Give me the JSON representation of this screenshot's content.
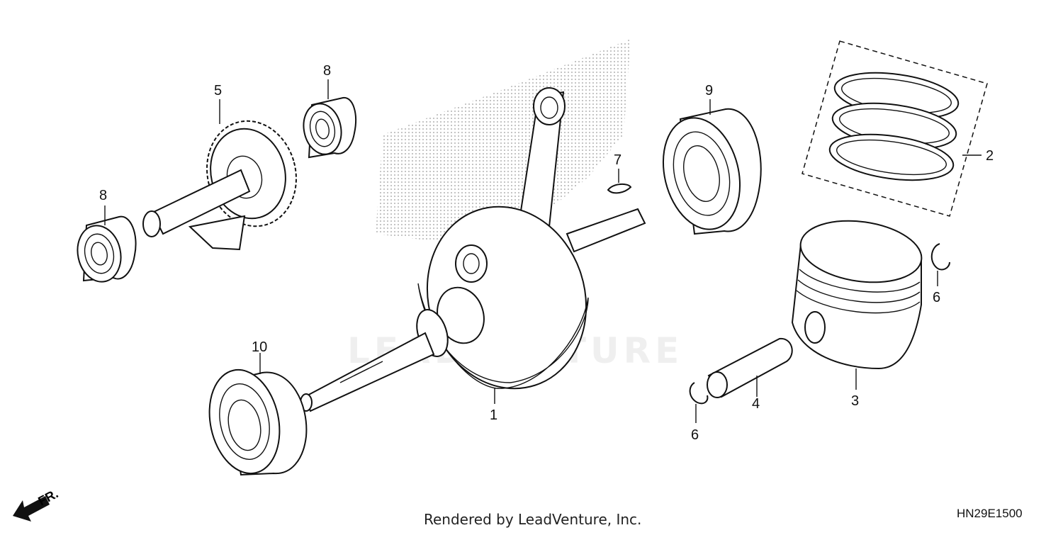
{
  "callouts": {
    "n1": "1",
    "n2": "2",
    "n3": "3",
    "n4": "4",
    "n5": "5",
    "n6a": "6",
    "n6b": "6",
    "n7": "7",
    "n8a": "8",
    "n8b": "8",
    "n9": "9",
    "n10": "10"
  },
  "front_label": "FR.",
  "footer": {
    "credit": "Rendered by LeadVenture, Inc.",
    "diagram_code": "HN29E1500"
  },
  "watermark": "LEADVENTURE",
  "colors": {
    "line": "#111111",
    "background": "#ffffff",
    "stipple": "#bbbbbb"
  }
}
